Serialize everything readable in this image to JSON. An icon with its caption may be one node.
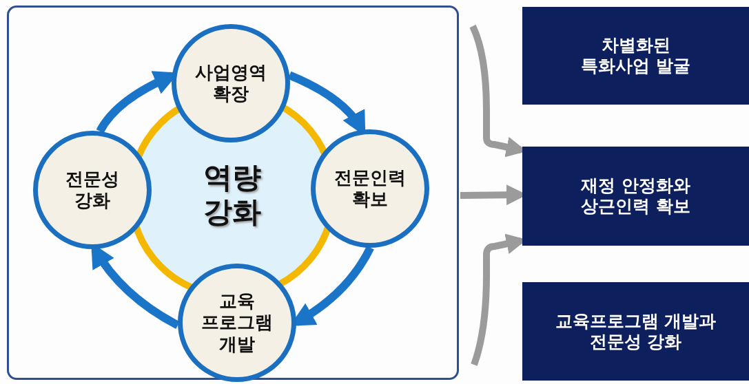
{
  "diagram": {
    "nodes": [
      {
        "text": [],
        "shape": "box"
      },
      {
        "text": [
          "역량 강화"
        ],
        "in": 0
      },
      {
        "text": [
          "사업영역 확장"
        ],
        "in": 0
      },
      {
        "text": [
          "전문인력 확보"
        ],
        "in": 0
      },
      {
        "text": [
          "교육 프로그램 개발"
        ],
        "in": 0
      },
      {
        "text": [
          "전문성 강화"
        ],
        "in": 0
      },
      {
        "text": [
          "차별화된 특화사업 발굴"
        ]
      },
      {
        "text": [
          "재정 안정화와 상근인력 확보"
        ]
      },
      {
        "text": [
          "교육프로그램 개발과 전문성 강화"
        ]
      }
    ],
    "edges": [
      {
        "from": 2,
        "to": 3,
        "arrow": "to"
      },
      {
        "from": 3,
        "to": 4,
        "arrow": "to"
      },
      {
        "from": 4,
        "to": 5,
        "arrow": "to"
      },
      {
        "from": 5,
        "to": 2,
        "arrow": "to"
      },
      {
        "from": 0,
        "to": 7,
        "arrow": "to",
        "color": "#9b9b9b"
      },
      {
        "from": 0,
        "to": 7,
        "arrow": "to",
        "color": "#9b9b9b"
      },
      {
        "from": 0,
        "to": 7,
        "arrow": "to",
        "color": "#9b9b9b"
      }
    ]
  }
}
